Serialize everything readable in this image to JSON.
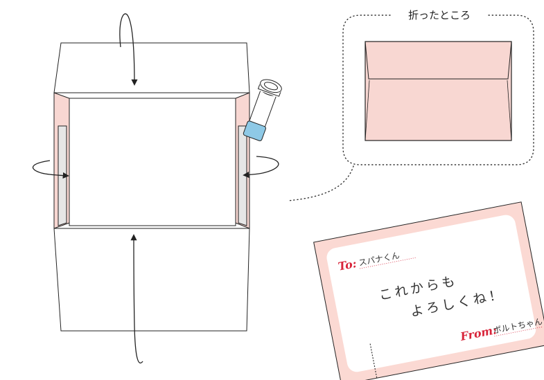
{
  "thought_bubble": {
    "caption": "折ったところ"
  },
  "card": {
    "to_label": "To:",
    "to_name": "スパナくん",
    "message_line1": "これからも",
    "message_line2": "よろしくね！",
    "from_label": "From:",
    "from_name": "ボルトちゃん"
  },
  "colors": {
    "flap_pink": "#f8d7d2",
    "card_pink": "#fbd9d3",
    "line": "#222222",
    "to_from_red": "#d8243a",
    "glue_cap_blue": "#8ec9e6"
  },
  "icons": {
    "glue_stick": "glue-stick-icon",
    "fold_arrows": "curved-arrow-icon"
  }
}
